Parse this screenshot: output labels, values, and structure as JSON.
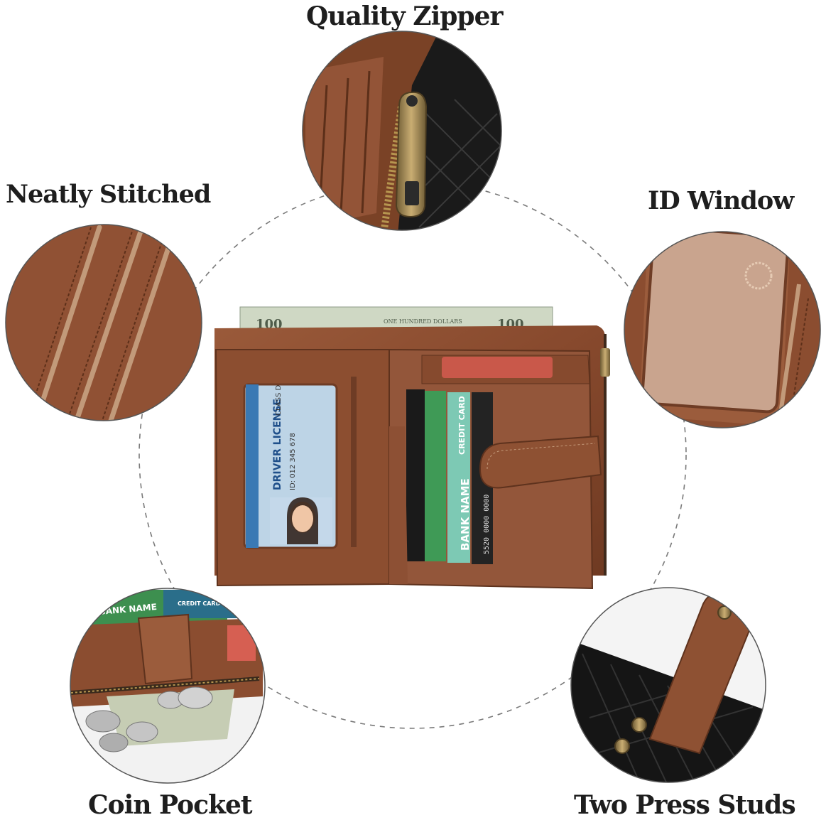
{
  "labels": {
    "quality_zipper": "Quality Zipper",
    "neatly_stitched": "Neatly Stitched",
    "id_window": "ID Window",
    "coin_pocket": "Coin Pocket",
    "two_press_studs": "Two Press Studs"
  },
  "wallet": {
    "bill_text": "100",
    "bill_caption": "ONE HUNDRED DOLLARS",
    "license_title": "DRIVER LICENSE",
    "license_class": "CLASS D",
    "license_id": "ID: 012 345 678",
    "card_credit": "CREDIT CARD",
    "card_bank": "BANK NAME",
    "card_number": "5520 0000 0000"
  },
  "insets": {
    "coin_card_bank": "BANK NAME",
    "coin_card_credit": "CREDIT CARD"
  },
  "colors": {
    "leather": "#8a4f33",
    "leather_dark": "#6e3c25",
    "leather_light": "#a86a4a",
    "black_leather": "#161616",
    "bill_green": "#c9d3bc",
    "brass": "#a68c5a",
    "dash": "#7a7a7a"
  }
}
